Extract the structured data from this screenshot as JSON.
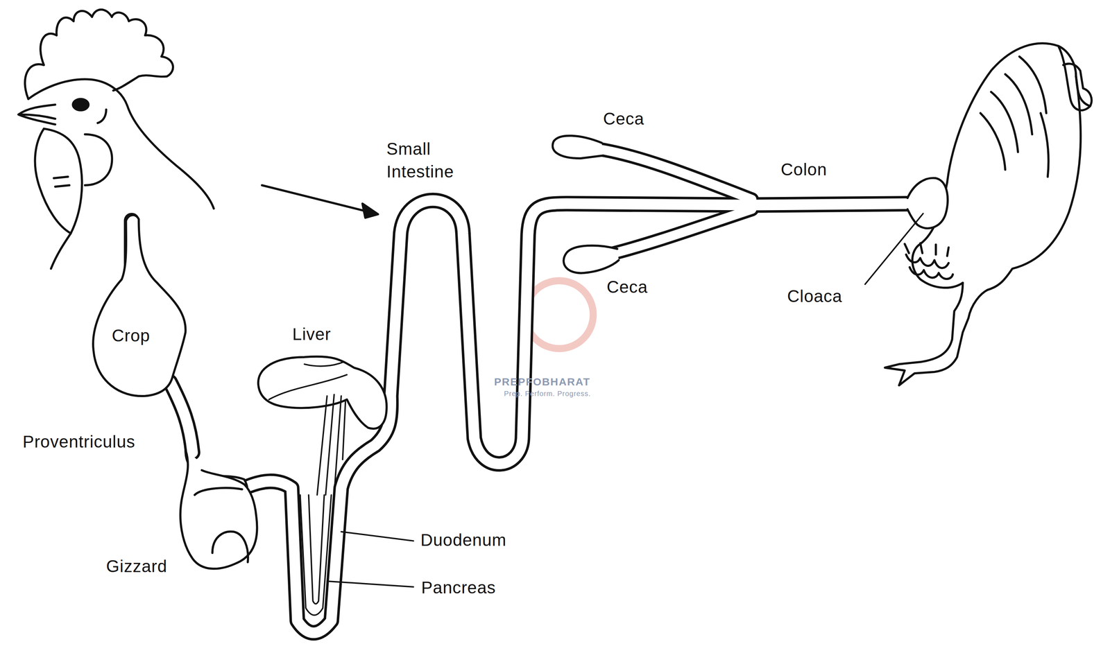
{
  "diagram": {
    "labels": [
      "Ceca",
      "Small Intestine",
      "Colon",
      "Ceca",
      "Cloaca",
      "Crop",
      "Liver",
      "Proventriculus",
      "Duodenum",
      "Gizzard",
      "Pancreas",
      "PREPFOBHARAT",
      "Prep. Perform. Progress."
    ]
  }
}
